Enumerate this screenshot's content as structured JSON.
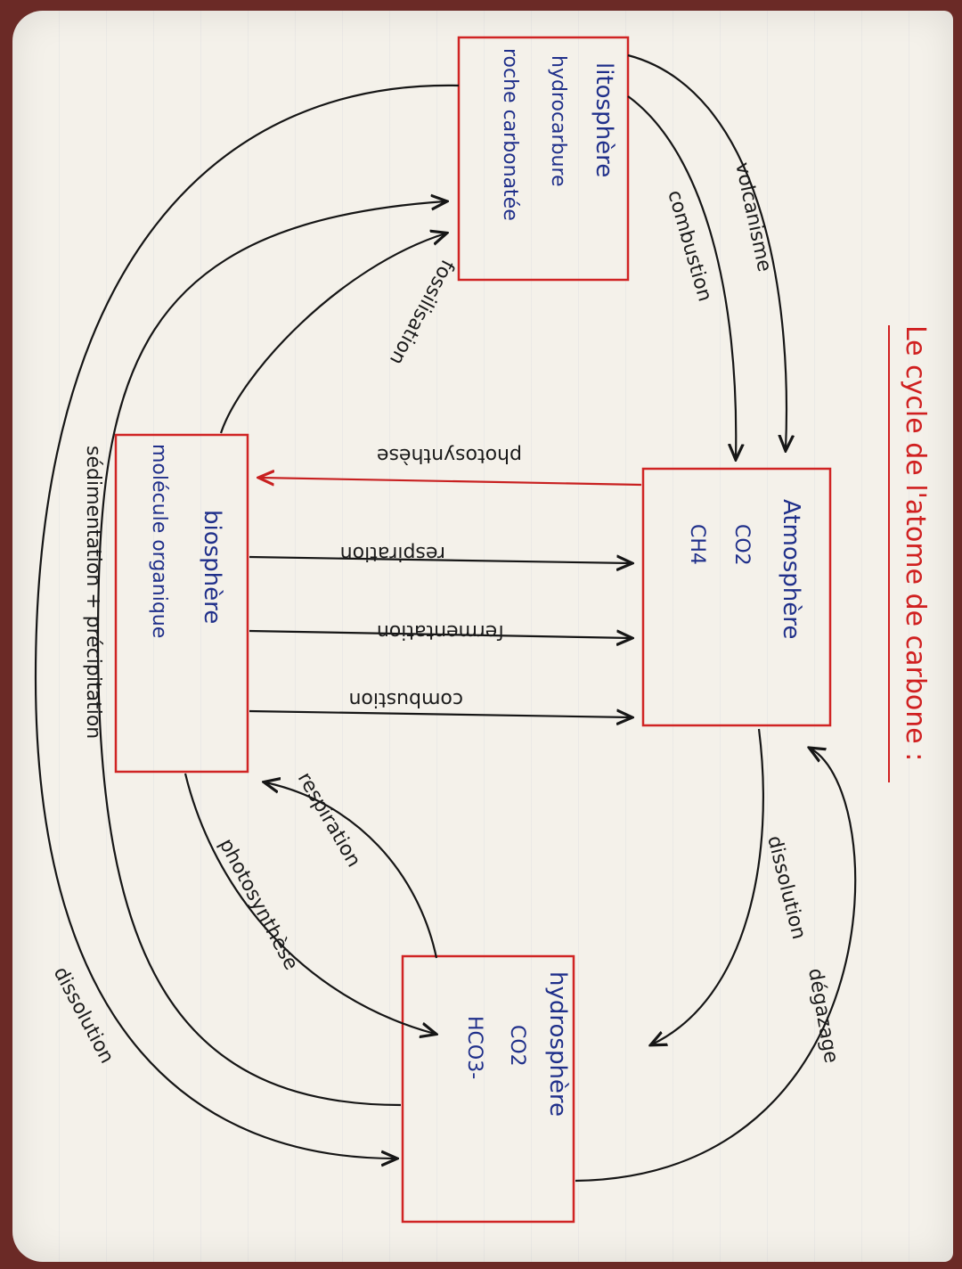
{
  "title": "Le cycle de l'atome de carbone :",
  "reservoirs": {
    "lithosphere": {
      "name": "litosphère",
      "lines": [
        "hydrocarbure",
        "roche carbonatée"
      ]
    },
    "atmosphere": {
      "name": "Atmosphère",
      "lines": [
        "CO2",
        "CH4"
      ]
    },
    "biosphere": {
      "name": "biosphère",
      "lines": [
        "molécule organique"
      ]
    },
    "hydrosphere": {
      "name": "hydrosphère",
      "lines": [
        "CO2",
        "HCO3-"
      ]
    }
  },
  "flows": {
    "volcanisme": "volcanisme",
    "combustion_litho": "combustion",
    "fossilisation": "fossilisation",
    "photosynthese_atm": "photosynthèse",
    "respiration_atm": "respiration",
    "fermentation": "fermentation",
    "combustion_bio": "combustion",
    "degazage": "dégazage",
    "dissolution_atm": "dissolution",
    "respiration_hydro": "respiration",
    "photosynthese_hydro": "photosynthèse",
    "sedimentation": "sédimentation + précipitation",
    "dissolution_litho": "dissolution"
  },
  "colors": {
    "box_border": "#d02424",
    "box_text": "#1f2f8a",
    "label_text": "#1b1b1b",
    "title": "#d02020"
  }
}
